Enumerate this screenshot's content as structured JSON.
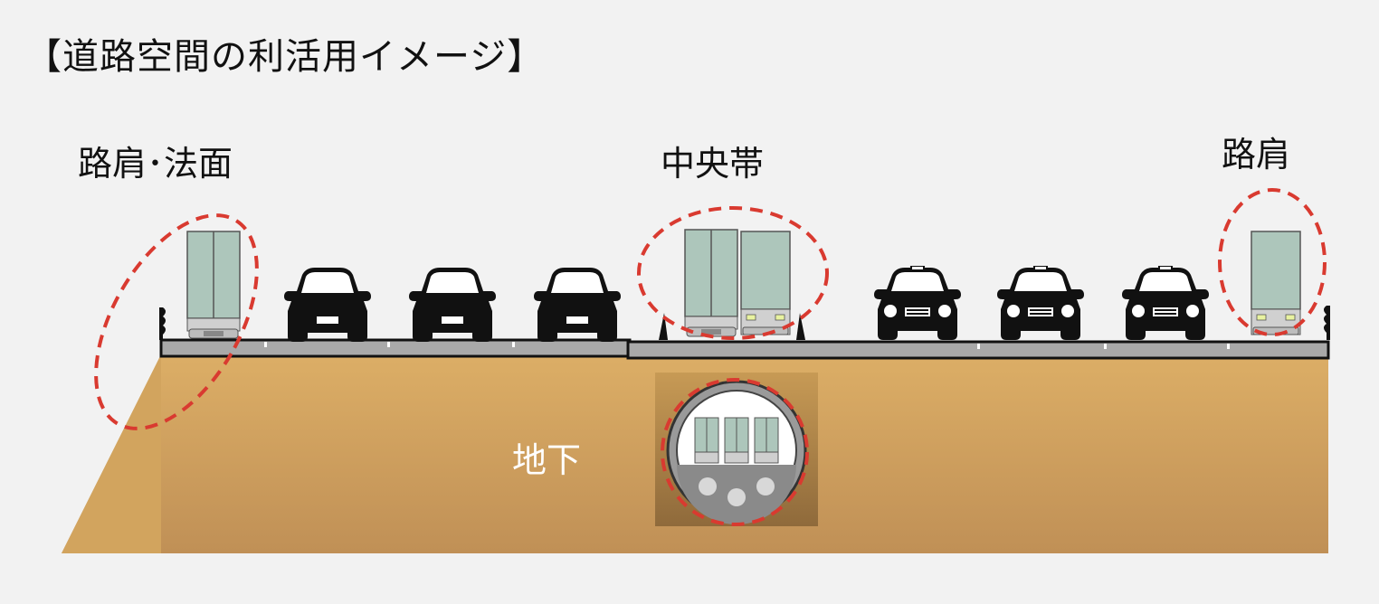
{
  "title": "【道路空間の利活用イメージ】",
  "labels": {
    "shoulder_slope": "路肩･法面",
    "median": "中央帯",
    "shoulder": "路肩",
    "underground": "地下"
  },
  "colors": {
    "ground": "#c99a56",
    "road": "#a9a9a9",
    "truck_body": "#adc6bb",
    "highlight_circle": "#d93a30",
    "vehicle": "#111111"
  }
}
